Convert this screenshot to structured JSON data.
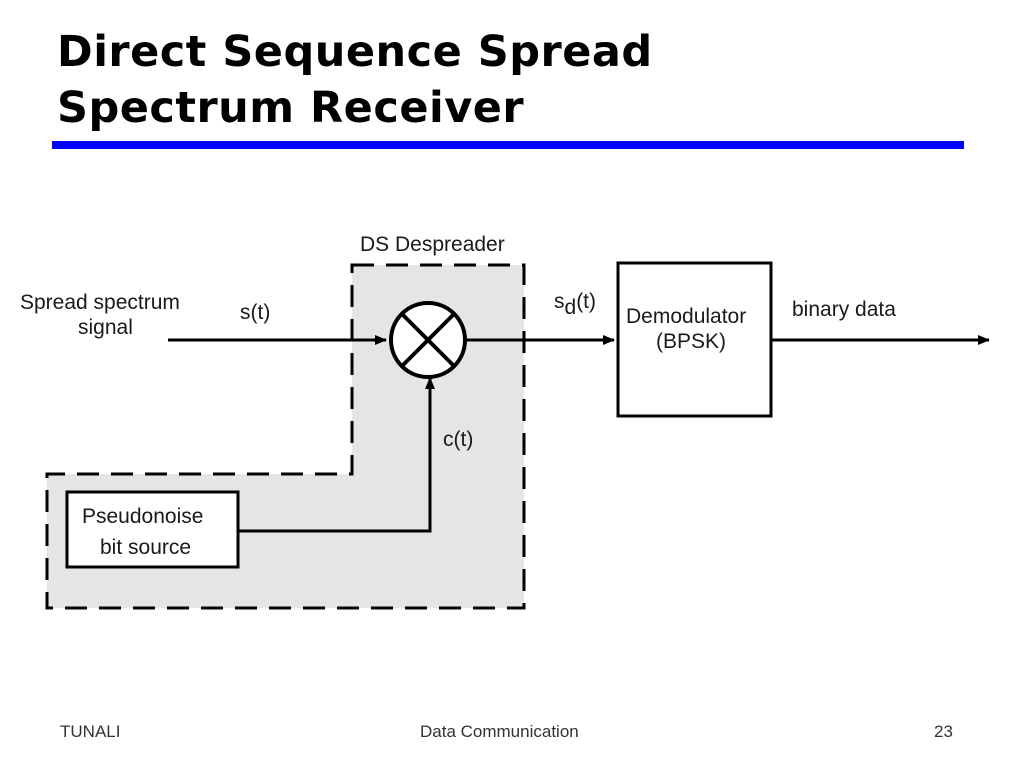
{
  "slide": {
    "title_line1": "Direct Sequence Spread",
    "title_line2": "Spectrum Receiver",
    "rule_color": "#0000ff"
  },
  "diagram": {
    "despreader_label": "DS Despreader",
    "input_label_line1": "Spread spectrum",
    "input_label_line2": "signal",
    "signal_s": "s(t)",
    "signal_sd_main": "s",
    "signal_sd_sub": "d",
    "signal_sd_tail": "(t)",
    "signal_c": "c(t)",
    "demod_line1": "Demodulator",
    "demod_line2": "(BPSK)",
    "output_label": "binary data",
    "pn_line1": "Pseudonoise",
    "pn_line2": "bit source",
    "mixer_icon": "multiplier-circle-x-icon"
  },
  "footer": {
    "left": "TUNALI",
    "center": "Data Communication",
    "page": "23"
  }
}
